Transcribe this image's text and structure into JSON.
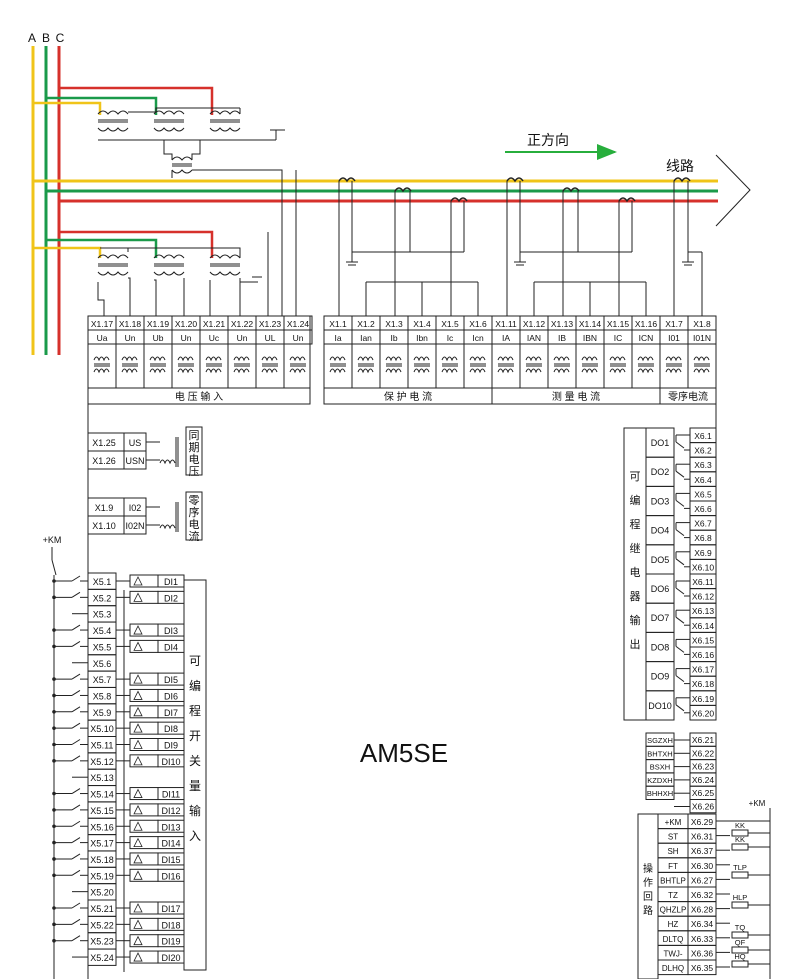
{
  "phases": [
    "A",
    "B",
    "C"
  ],
  "colors": {
    "A": "#f0c419",
    "B": "#1a9a4a",
    "C": "#d6312b",
    "arrow": "#27ae3c",
    "wire": "#222222"
  },
  "direction_label": "正方向",
  "line_label": "线路",
  "device_model": "AM5SE",
  "positive_supply": "+KM",
  "top_terminals": {
    "ids": [
      "X1.17",
      "X1.18",
      "X1.19",
      "X1.20",
      "X1.21",
      "X1.22",
      "X1.23",
      "X1.24",
      "X1.1",
      "X1.2",
      "X1.3",
      "X1.4",
      "X1.5",
      "X1.6",
      "X1.11",
      "X1.12",
      "X1.13",
      "X1.14",
      "X1.15",
      "X1.16",
      "X1.7",
      "X1.8"
    ],
    "signals": [
      "Ua",
      "Un",
      "Ub",
      "Un",
      "Uc",
      "Un",
      "UL",
      "Un",
      "Ia",
      "Ian",
      "Ib",
      "Ibn",
      "Ic",
      "Icn",
      "IA",
      "IAN",
      "IB",
      "IBN",
      "IC",
      "ICN",
      "I01",
      "I01N"
    ]
  },
  "group_labels": {
    "voltage_input": "电 压 输 入",
    "protection_current": "保 护 电 流",
    "measurement_current": "测 量 电 流",
    "zero_seq_current": "零序电流"
  },
  "sync_voltage": {
    "terminals": [
      "X1.25",
      "X1.26"
    ],
    "signals": [
      "US",
      "USN"
    ],
    "label": "同期电压"
  },
  "zero_seq_input": {
    "terminals": [
      "X1.9",
      "X1.10"
    ],
    "signals": [
      "I02",
      "I02N"
    ],
    "label": "零序电流"
  },
  "binary_inputs": {
    "terminals": [
      "X5.1",
      "X5.2",
      "X5.3",
      "X5.4",
      "X5.5",
      "X5.6",
      "X5.7",
      "X5.8",
      "X5.9",
      "X5.10",
      "X5.11",
      "X5.12",
      "X5.13",
      "X5.14",
      "X5.15",
      "X5.16",
      "X5.17",
      "X5.18",
      "X5.19",
      "X5.20",
      "X5.21",
      "X5.22",
      "X5.23",
      "X5.24"
    ],
    "channels": [
      "DI1",
      "DI2",
      "DI3",
      "DI4",
      "DI5",
      "DI6",
      "DI7",
      "DI8",
      "DI9",
      "DI10",
      "DI11",
      "DI12",
      "DI13",
      "DI14",
      "DI15",
      "DI16",
      "DI17",
      "DI18",
      "DI19",
      "DI20"
    ],
    "label": "可编程开关量输入"
  },
  "relay_outputs": {
    "terminals": [
      "X6.1",
      "X6.2",
      "X6.3",
      "X6.4",
      "X6.5",
      "X6.6",
      "X6.7",
      "X6.8",
      "X6.9",
      "X6.10",
      "X6.11",
      "X6.12",
      "X6.13",
      "X6.14",
      "X6.15",
      "X6.16",
      "X6.17",
      "X6.18",
      "X6.19",
      "X6.20"
    ],
    "channels": [
      "DO1",
      "DO2",
      "DO3",
      "DO4",
      "DO5",
      "DO6",
      "DO7",
      "DO8",
      "DO9",
      "DO10"
    ],
    "label": "可编程继电器输出"
  },
  "signal_outputs": {
    "signals": [
      "SGZXH",
      "BHTXH",
      "BSXH",
      "KZDXH",
      "BHHXH"
    ],
    "terminals": [
      "X6.21",
      "X6.22",
      "X6.23",
      "X6.24",
      "X6.25",
      "X6.26"
    ]
  },
  "operation_circuit": {
    "signals": [
      "+KM",
      "ST",
      "SH",
      "FT",
      "BHTLP",
      "TZ",
      "QHZLP",
      "HZ",
      "DLTQ",
      "TWJ-",
      "DLHQ"
    ],
    "terminals": [
      "X6.29",
      "X6.31",
      "X6.37",
      "X6.30",
      "X6.27",
      "X6.32",
      "X6.28",
      "X6.34",
      "X6.33",
      "X6.36",
      "X6.35"
    ],
    "label": "操作回路",
    "components": [
      "+KM",
      "KK",
      "KK",
      "TLP",
      "HLP",
      "TQ",
      "QF",
      "HQ"
    ]
  }
}
